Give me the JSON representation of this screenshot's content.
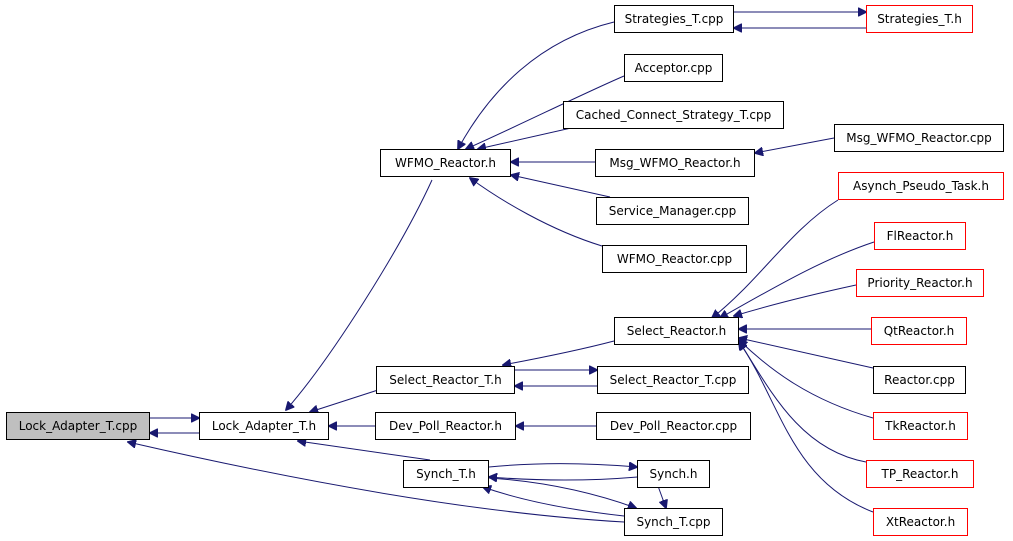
{
  "colors": {
    "edge": "#191970",
    "node_border": "#000000",
    "truncated_border": "#ff0000",
    "focus_fill": "#bfbfbf"
  },
  "nodes": {
    "lock_adapter_t_cpp": "Lock_Adapter_T.cpp",
    "lock_adapter_t_h": "Lock_Adapter_T.h",
    "wfmo_reactor_h": "WFMO_Reactor.h",
    "strategies_t_cpp": "Strategies_T.cpp",
    "strategies_t_h": "Strategies_T.h",
    "acceptor_cpp": "Acceptor.cpp",
    "cached_connect_strategy_t_cpp": "Cached_Connect_Strategy_T.cpp",
    "msg_wfmo_reactor_h": "Msg_WFMO_Reactor.h",
    "msg_wfmo_reactor_cpp": "Msg_WFMO_Reactor.cpp",
    "service_manager_cpp": "Service_Manager.cpp",
    "wfmo_reactor_cpp": "WFMO_Reactor.cpp",
    "asynch_pseudo_task_h": "Asynch_Pseudo_Task.h",
    "flreactor_h": "FlReactor.h",
    "priority_reactor_h": "Priority_Reactor.h",
    "select_reactor_h": "Select_Reactor.h",
    "qtreactor_h": "QtReactor.h",
    "select_reactor_t_h": "Select_Reactor_T.h",
    "select_reactor_t_cpp": "Select_Reactor_T.cpp",
    "reactor_cpp": "Reactor.cpp",
    "dev_poll_reactor_h": "Dev_Poll_Reactor.h",
    "dev_poll_reactor_cpp": "Dev_Poll_Reactor.cpp",
    "tkreactor_h": "TkReactor.h",
    "synch_t_h": "Synch_T.h",
    "synch_h": "Synch.h",
    "tp_reactor_h": "TP_Reactor.h",
    "synch_t_cpp": "Synch_T.cpp",
    "xtreactor_h": "XtReactor.h"
  }
}
